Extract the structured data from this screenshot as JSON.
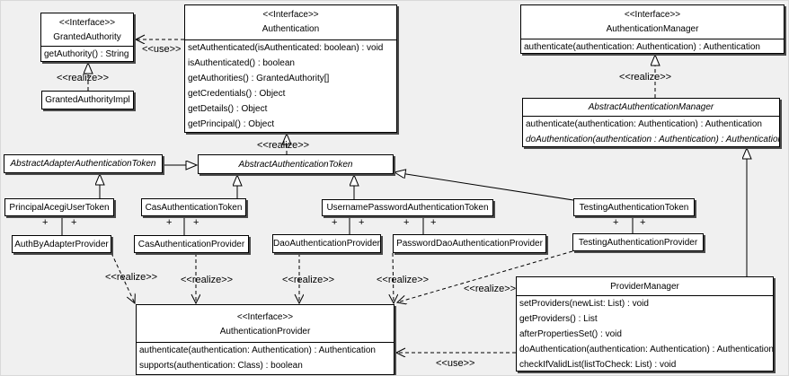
{
  "labels": {
    "use": "<<use>>",
    "realize": "<<realize>>",
    "plus": "+",
    "interface_stereotype": "<<Interface>>"
  },
  "classes": {
    "granted_authority": {
      "stereotype": "<<Interface>>",
      "name": "GrantedAuthority",
      "methods": [
        "getAuthority() : String"
      ]
    },
    "granted_authority_impl": {
      "name": "GrantedAuthorityImpl"
    },
    "authentication": {
      "stereotype": "<<Interface>>",
      "name": "Authentication",
      "methods": [
        "setAuthenticated(isAuthenticated: boolean) : void",
        "isAuthenticated() : boolean",
        "getAuthorities() : GrantedAuthority[]",
        "getCredentials() : Object",
        "getDetails() : Object",
        "getPrincipal() : Object"
      ]
    },
    "authentication_manager": {
      "stereotype": "<<Interface>>",
      "name": "AuthenticationManager",
      "methods": [
        "authenticate(authentication: Authentication) : Authentication"
      ]
    },
    "abstract_authentication_manager": {
      "name": "AbstractAuthenticationManager",
      "methods": [
        "authenticate(authentication: Authentication) : Authentication",
        "doAuthentication(authentication : Authentication) : Authentication"
      ]
    },
    "abstract_adapter_authentication_token": {
      "name": "AbstractAdapterAuthenticationToken"
    },
    "abstract_authentication_token": {
      "name": "AbstractAuthenticationToken"
    },
    "principal_acegi_user_token": {
      "name": "PrincipalAcegiUserToken"
    },
    "cas_authentication_token": {
      "name": "CasAuthenticationToken"
    },
    "username_password_authentication_token": {
      "name": "UsernamePasswordAuthenticationToken"
    },
    "testing_authentication_token": {
      "name": "TestingAuthenticationToken"
    },
    "auth_by_adapter_provider": {
      "name": "AuthByAdapterProvider"
    },
    "cas_authentication_provider": {
      "name": "CasAuthenticationProvider"
    },
    "dao_authentication_provider": {
      "name": "DaoAuthenticationProvider"
    },
    "password_dao_authentication_provider": {
      "name": "PasswordDaoAuthenticationProvider"
    },
    "testing_authentication_provider": {
      "name": "TestingAuthenticationProvider"
    },
    "authentication_provider": {
      "stereotype": "<<Interface>>",
      "name": "AuthenticationProvider",
      "methods": [
        "authenticate(authentication: Authentication) : Authentication",
        "supports(authentication: Class) : boolean"
      ]
    },
    "provider_manager": {
      "name": "ProviderManager",
      "methods": [
        "setProviders(newList: List) : void",
        "getProviders() : List",
        "afterPropertiesSet() : void",
        "doAuthentication(authentication: Authentication) : Authentication",
        "checkIfValidList(listToCheck: List) : void"
      ]
    }
  },
  "relationships": [
    {
      "from": "Authentication",
      "to": "GrantedAuthority",
      "type": "use"
    },
    {
      "from": "GrantedAuthorityImpl",
      "to": "GrantedAuthority",
      "type": "realize"
    },
    {
      "from": "AbstractAuthenticationToken",
      "to": "Authentication",
      "type": "realize"
    },
    {
      "from": "AbstractAuthenticationManager",
      "to": "AuthenticationManager",
      "type": "realize"
    },
    {
      "from": "AbstractAdapterAuthenticationToken",
      "to": "AbstractAuthenticationToken",
      "type": "generalization"
    },
    {
      "from": "PrincipalAcegiUserToken",
      "to": "AbstractAdapterAuthenticationToken",
      "type": "generalization"
    },
    {
      "from": "CasAuthenticationToken",
      "to": "AbstractAuthenticationToken",
      "type": "generalization"
    },
    {
      "from": "UsernamePasswordAuthenticationToken",
      "to": "AbstractAuthenticationToken",
      "type": "generalization"
    },
    {
      "from": "TestingAuthenticationToken",
      "to": "AbstractAuthenticationToken",
      "type": "generalization"
    },
    {
      "from": "ProviderManager",
      "to": "AbstractAuthenticationManager",
      "type": "generalization"
    },
    {
      "from": "PrincipalAcegiUserToken",
      "to": "AuthByAdapterProvider",
      "type": "association"
    },
    {
      "from": "CasAuthenticationToken",
      "to": "CasAuthenticationProvider",
      "type": "association"
    },
    {
      "from": "UsernamePasswordAuthenticationToken",
      "to": "DaoAuthenticationProvider",
      "type": "association"
    },
    {
      "from": "UsernamePasswordAuthenticationToken",
      "to": "PasswordDaoAuthenticationProvider",
      "type": "association"
    },
    {
      "from": "TestingAuthenticationToken",
      "to": "TestingAuthenticationProvider",
      "type": "association"
    },
    {
      "from": "AuthByAdapterProvider",
      "to": "AuthenticationProvider",
      "type": "realize"
    },
    {
      "from": "CasAuthenticationProvider",
      "to": "AuthenticationProvider",
      "type": "realize"
    },
    {
      "from": "DaoAuthenticationProvider",
      "to": "AuthenticationProvider",
      "type": "realize"
    },
    {
      "from": "PasswordDaoAuthenticationProvider",
      "to": "AuthenticationProvider",
      "type": "realize"
    },
    {
      "from": "TestingAuthenticationProvider",
      "to": "AuthenticationProvider",
      "type": "realize"
    },
    {
      "from": "ProviderManager",
      "to": "AuthenticationProvider",
      "type": "use"
    }
  ],
  "colors": {
    "background": "#f0f0f0",
    "box_fill": "#ffffff",
    "line": "#000000",
    "shadow": "#4a4a4a"
  }
}
